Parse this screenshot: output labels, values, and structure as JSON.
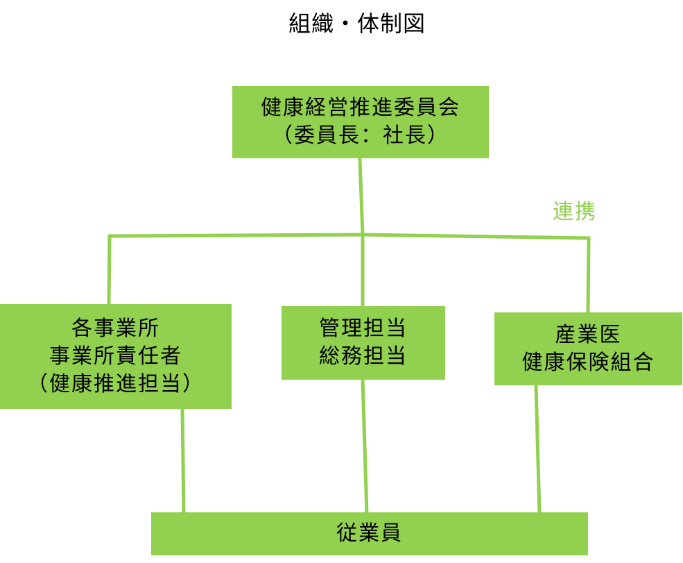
{
  "title": "組織・体制図",
  "colors": {
    "box_fill": "#92d050",
    "connector": "#92d050",
    "text": "#000000"
  },
  "nodes": {
    "committee": {
      "line1": "健康経営推進委員会",
      "line2": "（委員長：社長）"
    },
    "offices": {
      "line1": "各事業所",
      "line2": "事業所責任者",
      "line3": "（健康推進担当）"
    },
    "admin": {
      "line1": "管理担当",
      "line2": "総務担当"
    },
    "medical": {
      "line1": "産業医",
      "line2": "健康保険組合"
    },
    "employees": {
      "line1": "従業員"
    }
  },
  "connector_label": "連携"
}
